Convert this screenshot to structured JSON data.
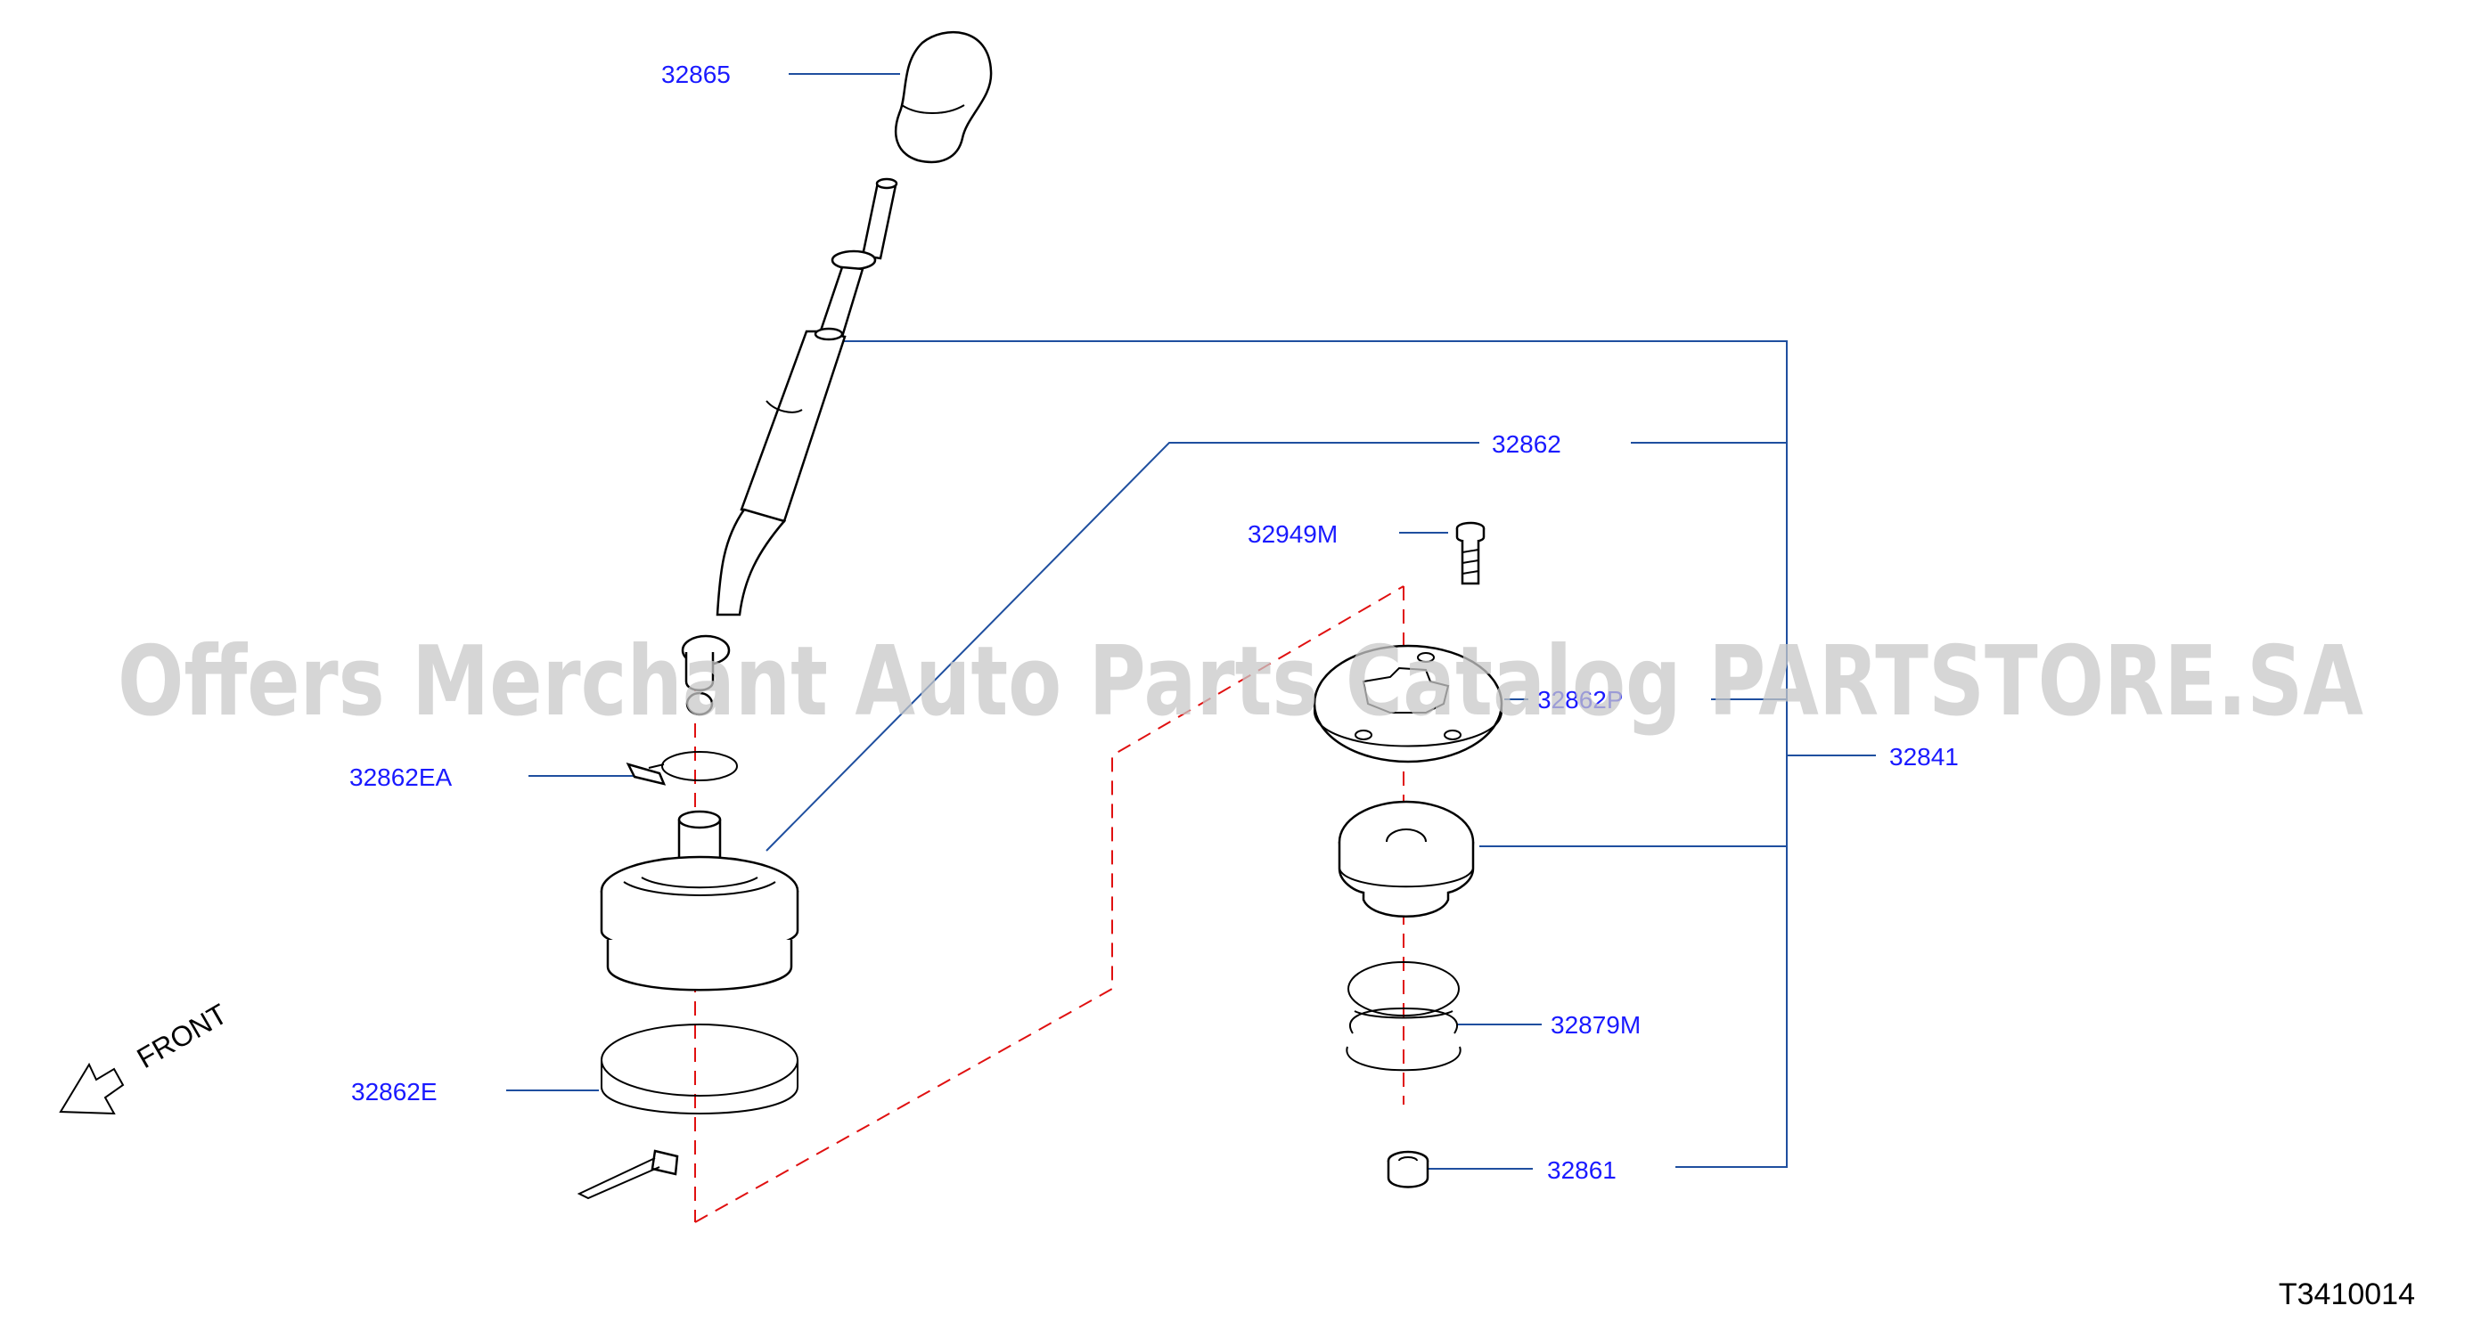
{
  "diagram": {
    "parts": {
      "p32865": "32865",
      "p32862": "32862",
      "p32949M": "32949M",
      "p32862EA": "32862EA",
      "p32862P": "32862P",
      "p32841": "32841",
      "p32879M": "32879M",
      "p32862E": "32862E",
      "p32861": "32861"
    },
    "direction_label": "FRONT",
    "diagram_code": "T3410014"
  },
  "watermark": {
    "text": "Offers Merchant Auto Parts Catalog PARTSTORE.SA"
  },
  "colors": {
    "label": "#1a1aff",
    "leader": "#1f4f9f",
    "dashed_axis": "#e01010",
    "watermark": "#c8c8c8"
  }
}
